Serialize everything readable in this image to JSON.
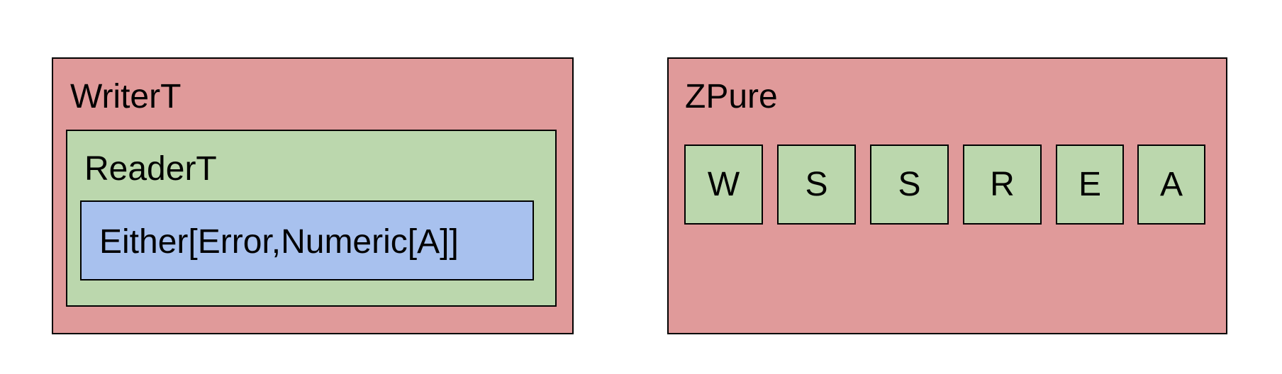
{
  "colors": {
    "outer_box": "#e09a9a",
    "middle_box": "#bbd7ad",
    "inner_box": "#a8c1ee",
    "border": "#000000",
    "background": "#ffffff"
  },
  "left_stack": {
    "outer_label": "WriterT",
    "middle_label": "ReaderT",
    "inner_label": "Either[Error,Numeric[A]]"
  },
  "right_stack": {
    "outer_label": "ZPure",
    "slots": [
      "W",
      "S",
      "S",
      "R",
      "E",
      "A"
    ]
  }
}
